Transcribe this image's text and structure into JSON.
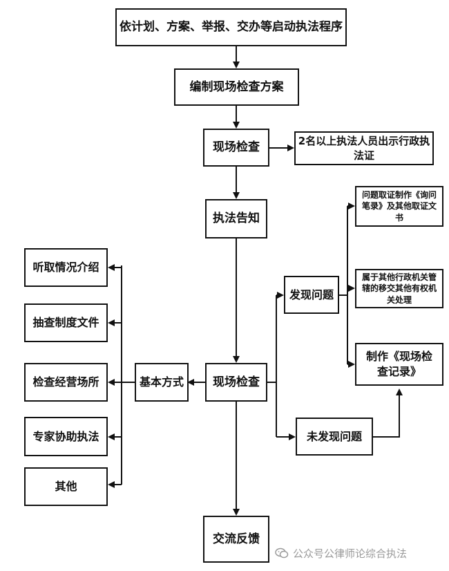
{
  "flowchart": {
    "start": "依计划、方案、举报、交办等启动执法程序",
    "plan": "编制现场检查方案",
    "inspect_top": "现场检查",
    "officers": "2名以上执法人员出示行政执法证",
    "notice": "执法告知",
    "inspect_main": "现场检查",
    "basic_methods": "基本方式",
    "methods": [
      "听取情况介绍",
      "抽查制度文件",
      "检查经营场所",
      "专家协助执法",
      "其他"
    ],
    "found_issue": "发现问题",
    "no_issue": "未发现问题",
    "evidence": "问题取证制作《询问笔录》及其他取证文书",
    "transfer": "属于其他行政机关管辖的移交其他有权机关处理",
    "record": "制作《现场检查记录》",
    "feedback": "交流反馈"
  },
  "watermark": {
    "text": "公众号公律师论综合执法",
    "icon": "wechat-icon"
  }
}
